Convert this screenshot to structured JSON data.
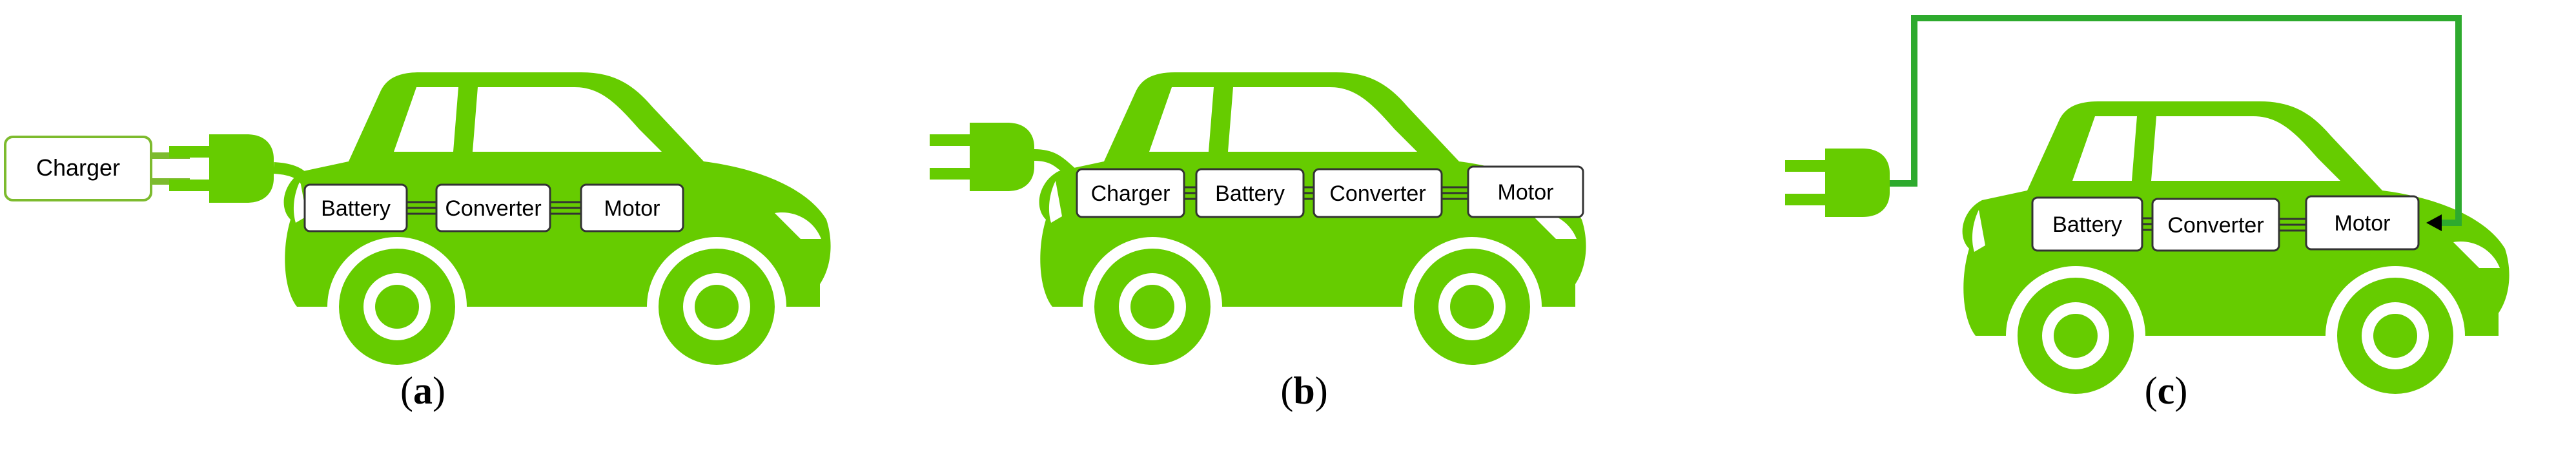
{
  "colors": {
    "car_green": "#66CC00",
    "wheel_white": "#ffffff",
    "outline_green": "#7DBB2E",
    "wire_green": "#2EAA2E",
    "connector": "#333333"
  },
  "panels": [
    {
      "label": "a",
      "charger_label": "Charger",
      "components": [
        "Battery",
        "Converter",
        "Motor"
      ]
    },
    {
      "label": "b",
      "components": [
        "Charger",
        "Battery",
        "Converter",
        "Motor"
      ]
    },
    {
      "label": "c",
      "components": [
        "Battery",
        "Converter",
        "Motor"
      ]
    }
  ]
}
